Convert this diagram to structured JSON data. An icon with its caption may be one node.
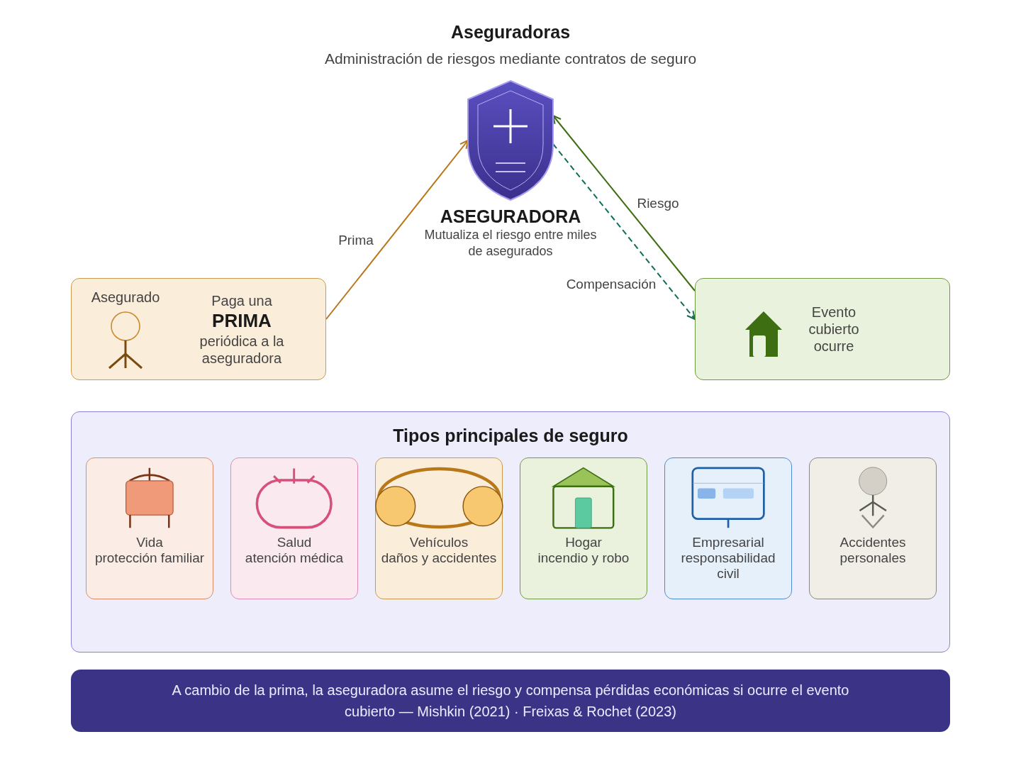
{
  "diagram": {
    "title": "Aseguradoras",
    "nodes": [
      {
        "text": [
          "ASEGURADORA",
          "Mutualiza el riesgo entre miles de asegurados"
        ]
      },
      {
        "text": [
          "Asegurado",
          "Paga una **PRIMA** periódica a la aseguradora"
        ]
      },
      {
        "text": [
          "Evento cubierto ocurre"
        ]
      },
      {
        "text": [
          "Tipos principales de seguro"
        ]
      },
      {
        "text": [
          "Vida",
          "protección familiar"
        ],
        "in": 3
      },
      {
        "text": [
          "Salud",
          "atención médica"
        ],
        "in": 3
      },
      {
        "text": [
          "Vehículos",
          "daños y accidentes"
        ],
        "in": 3
      },
      {
        "text": [
          "Hogar",
          "incendio y robo"
        ],
        "in": 3
      },
      {
        "text": [
          "Empresarial",
          "responsabilidad civil"
        ],
        "in": 3
      },
      {
        "text": [
          "Accidentes",
          "personales"
        ],
        "in": 3
      },
      {
        "text": [
          "A cambio de la prima, la aseguradora asume el riesgo y compensa pérdidas económicas si ocurre el evento cubierto — Mishkin (2021) · Freixas & Rochet (2023)"
        ]
      }
    ],
    "edges": [
      {
        "from": 1,
        "to": 0,
        "arrow": "to",
        "label": "Prima",
        "color": "#b8761a"
      },
      {
        "from": 2,
        "to": 0,
        "arrow": "to",
        "label": "Riesgo",
        "color": "#3d6e12"
      },
      {
        "from": 0,
        "to": 2,
        "arrow": "to",
        "label": "Compensación",
        "style": "dashed",
        "color": "#0f6e5a"
      }
    ],
    "labels": [
      "Administración de riesgos mediante contratos de seguro"
    ]
  }
}
